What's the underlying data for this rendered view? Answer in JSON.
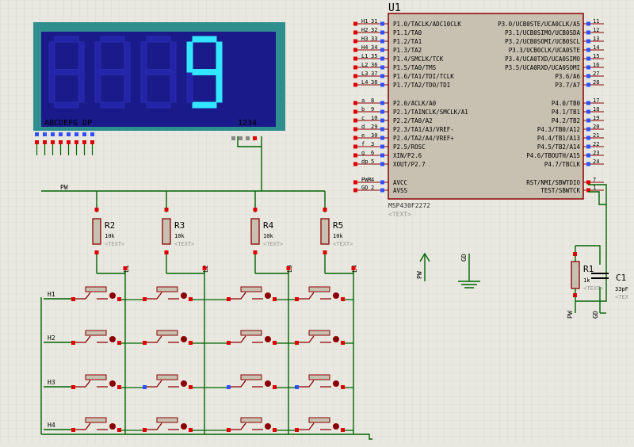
{
  "display": {
    "segment_labels": "ABCDEFG DP",
    "digit_labels": "1234",
    "shown_digit": "9"
  },
  "mcu": {
    "ref": "U1",
    "part": "MSP430F2272",
    "text_placeholder": "<TEXT>",
    "left_pins": [
      {
        "label": "P1.0/TACLK/ADC10CLK",
        "net": "H1",
        "num": "31"
      },
      {
        "label": "P1.1/TA0",
        "net": "H2",
        "num": "32"
      },
      {
        "label": "P1.2/TA1",
        "net": "H3",
        "num": "33"
      },
      {
        "label": "P1.3/TA2",
        "net": "H4",
        "num": "34"
      },
      {
        "label": "P1.4/SMCLK/TCK",
        "net": "L1",
        "num": "35"
      },
      {
        "label": "P1.5/TA0/TMS",
        "net": "L2",
        "num": "36"
      },
      {
        "label": "P1.6/TA1/TDI/TCLK",
        "net": "L3",
        "num": "37"
      },
      {
        "label": "P1.7/TA2/TDO/TDI",
        "net": "L4",
        "num": "38"
      },
      {
        "label": "P2.0/ACLK/A0",
        "net": "a",
        "num": "8"
      },
      {
        "label": "P2.1/TAINCLK/SMCLK/A1",
        "net": "b",
        "num": "9"
      },
      {
        "label": "P2.2/TA0/A2",
        "net": "c",
        "num": "10"
      },
      {
        "label": "P2.3/TA1/A3/VREF-",
        "net": "d",
        "num": "29"
      },
      {
        "label": "P2.4/TA2/A4/VREF+",
        "net": "e",
        "num": "30"
      },
      {
        "label": "P2.5/ROSC",
        "net": "f",
        "num": "3"
      },
      {
        "label": "XIN/P2.6",
        "net": "g",
        "num": "6"
      },
      {
        "label": "XOUT/P2.7",
        "net": "dp",
        "num": "5"
      },
      {
        "label": "AVCC",
        "net": "PWR",
        "num": "4"
      },
      {
        "label": "AVSS",
        "net": "GD",
        "num": "2"
      }
    ],
    "right_pins": [
      {
        "label": "P3.0/UCB0STE/UCA0CLK/A5",
        "num": "11"
      },
      {
        "label": "P3.1/UCB0SIMO/UCB0SDA",
        "num": "12"
      },
      {
        "label": "P3.2/UCB0SOMI/UCB0SCL",
        "num": "13"
      },
      {
        "label": "P3.3/UCB0CLK/UCA0STE",
        "num": "14"
      },
      {
        "label": "P3.4/UCA0TXD/UCA0SIMO",
        "num": "15"
      },
      {
        "label": "P3.5/UCA0RXD/UCA0SOMI",
        "num": "16"
      },
      {
        "label": "P3.6/A6",
        "num": "27"
      },
      {
        "label": "P3.7/A7",
        "num": "28"
      },
      {
        "label": "P4.0/TB0",
        "num": "17"
      },
      {
        "label": "P4.1/TB1",
        "num": "18"
      },
      {
        "label": "P4.2/TB2",
        "num": "19"
      },
      {
        "label": "P4.3/TB0/A12",
        "num": "20"
      },
      {
        "label": "P4.4/TB1/A13",
        "num": "21"
      },
      {
        "label": "P4.5/TB2/A14",
        "num": "22"
      },
      {
        "label": "P4.6/TBOUTH/A15",
        "num": "23"
      },
      {
        "label": "P4.7/TBCLK",
        "num": "24"
      },
      {
        "label": "RST/NMI/SBWTDIO",
        "num": "7"
      },
      {
        "label": "TEST/SBWTCK",
        "num": "1"
      }
    ]
  },
  "resistors": [
    {
      "ref": "R2",
      "value": "10k",
      "text": "<TEXT>"
    },
    {
      "ref": "R3",
      "value": "10k",
      "text": "<TEXT>"
    },
    {
      "ref": "R4",
      "value": "10k",
      "text": "<TEXT>"
    },
    {
      "ref": "R5",
      "value": "10k",
      "text": "<TEXT>"
    }
  ],
  "r1": {
    "ref": "R1",
    "value": "1k",
    "text": "<TEXT>"
  },
  "c1": {
    "ref": "C1",
    "value": "33pF",
    "text": "<TEX"
  },
  "nets": {
    "pwr_bus": "PW",
    "rows": [
      "H1",
      "H2",
      "H3",
      "H4"
    ],
    "cols": [
      "L1",
      "L2",
      "L3",
      "L4"
    ],
    "power_label": "PW",
    "ground_label": "GD",
    "r1_pwr": "PW",
    "c1_gnd": "GD"
  },
  "colors": {
    "background": "#e8e8e0",
    "grid": "#d0d0c8",
    "wire": "#006400",
    "component": "#8b0000",
    "lcd_frame": "#2f8f8f",
    "lcd_bg": "#1a1a8a",
    "segment_on": "#33e6ff",
    "pin_red": "#e00000",
    "pin_blue": "#3050ff",
    "pin_gray": "#888888"
  }
}
